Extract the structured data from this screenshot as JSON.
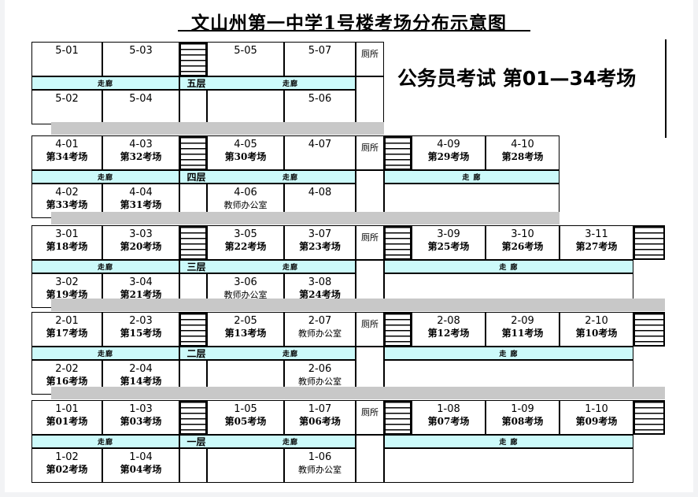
{
  "title": "文山州第一中学1号楼考场分布示意图",
  "right_panel": {
    "label": "公务员考试  第01—34考场"
  },
  "labels": {
    "corridor": "走廊",
    "corridor_wide": "走  廊",
    "toilet": "厕所",
    "office": "教师办公室"
  },
  "colors": {
    "corridor_fill": "#ccfafa",
    "gap_band": "#c8c8c8",
    "line": "#000000",
    "page_bg": "#ffffff"
  },
  "floors": [
    {
      "name": "五层",
      "top_rooms": [
        {
          "room": "5-01",
          "exam": ""
        },
        {
          "room": "5-03",
          "exam": ""
        },
        {
          "room": "5-05",
          "exam": ""
        },
        {
          "room": "5-07",
          "exam": ""
        }
      ],
      "bottom_rooms": [
        {
          "room": "5-02",
          "exam": ""
        },
        {
          "room": "5-04",
          "exam": ""
        },
        {
          "room": "",
          "exam": ""
        },
        {
          "room": "5-06",
          "exam": ""
        }
      ],
      "right_top_rooms": [],
      "right_bottom_rooms": []
    },
    {
      "name": "四层",
      "top_rooms": [
        {
          "room": "4-01",
          "exam": "第34考场"
        },
        {
          "room": "4-03",
          "exam": "第32考场"
        },
        {
          "room": "4-05",
          "exam": "第30考场"
        },
        {
          "room": "4-07",
          "exam": ""
        }
      ],
      "bottom_rooms": [
        {
          "room": "4-02",
          "exam": "第33考场"
        },
        {
          "room": "4-04",
          "exam": "第31考场"
        },
        {
          "room": "4-06",
          "exam": "教师办公室"
        },
        {
          "room": "4-08",
          "exam": ""
        }
      ],
      "right_top_rooms": [
        {
          "room": "4-09",
          "exam": "第29考场"
        },
        {
          "room": "4-10",
          "exam": "第28考场"
        }
      ],
      "right_bottom_rooms": []
    },
    {
      "name": "三层",
      "top_rooms": [
        {
          "room": "3-01",
          "exam": "第18考场"
        },
        {
          "room": "3-03",
          "exam": "第20考场"
        },
        {
          "room": "3-05",
          "exam": "第22考场"
        },
        {
          "room": "3-07",
          "exam": "第23考场"
        }
      ],
      "bottom_rooms": [
        {
          "room": "3-02",
          "exam": "第19考场"
        },
        {
          "room": "3-04",
          "exam": "第21考场"
        },
        {
          "room": "3-06",
          "exam": "教师办公室"
        },
        {
          "room": "3-08",
          "exam": "第24考场"
        }
      ],
      "right_top_rooms": [
        {
          "room": "3-09",
          "exam": "第25考场"
        },
        {
          "room": "3-10",
          "exam": "第26考场"
        },
        {
          "room": "3-11",
          "exam": "第27考场"
        }
      ],
      "right_bottom_rooms": []
    },
    {
      "name": "二层",
      "top_rooms": [
        {
          "room": "2-01",
          "exam": "第17考场"
        },
        {
          "room": "2-03",
          "exam": "第15考场"
        },
        {
          "room": "2-05",
          "exam": "第13考场"
        },
        {
          "room": "2-07",
          "exam": "教师办公室"
        }
      ],
      "bottom_rooms": [
        {
          "room": "2-02",
          "exam": "第16考场"
        },
        {
          "room": "2-04",
          "exam": "第14考场"
        },
        {
          "room": "",
          "exam": ""
        },
        {
          "room": "2-06",
          "exam": "教师办公室"
        }
      ],
      "right_top_rooms": [
        {
          "room": "2-08",
          "exam": "第12考场"
        },
        {
          "room": "2-09",
          "exam": "第11考场"
        },
        {
          "room": "2-10",
          "exam": "第10考场"
        }
      ],
      "right_bottom_rooms": []
    },
    {
      "name": "一层",
      "top_rooms": [
        {
          "room": "1-01",
          "exam": "第01考场"
        },
        {
          "room": "1-03",
          "exam": "第03考场"
        },
        {
          "room": "1-05",
          "exam": "第05考场"
        },
        {
          "room": "1-07",
          "exam": "第06考场"
        }
      ],
      "bottom_rooms": [
        {
          "room": "1-02",
          "exam": "第02考场"
        },
        {
          "room": "1-04",
          "exam": "第04考场"
        },
        {
          "room": "",
          "exam": ""
        },
        {
          "room": "1-06",
          "exam": "教师办公室"
        }
      ],
      "right_top_rooms": [
        {
          "room": "1-08",
          "exam": "第07考场"
        },
        {
          "room": "1-09",
          "exam": "第08考场"
        },
        {
          "room": "1-10",
          "exam": "第09考场"
        }
      ],
      "right_bottom_rooms": []
    }
  ]
}
